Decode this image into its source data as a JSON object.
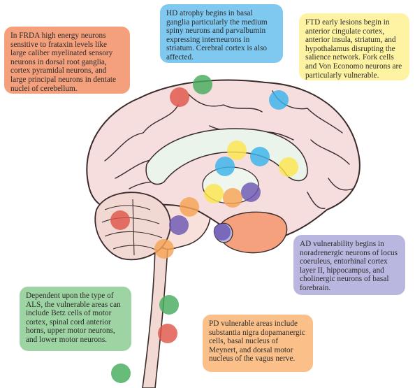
{
  "callouts": {
    "frda": "In FRDA high energy neurons sensitive to frataxin levels like large caliber myelinated sensory neurons in dorsal root ganglia, cortex pyramidal neurons, and large principal neurons in dentate nuclei of cerebellum.",
    "hd": "HD atrophy begins in basal ganglia particularly the medium spiny neurons and parvalbumin expressing interneurons in striatum. Cerebral cortex is also affected.",
    "ftd": "FTD early lesions begin in anterior cingulate cortex, anterior insula, striatum, and hypothalamus disrupting the salience network. Fork cells and Von Economo neurons are particularly vulnerable.",
    "ad": "AD vulnerability begins in noradrenergic neurons of locus coeruleus, entorhinal cortex layer II, hippocampus, and cholinergic neurons of basal forebrain.",
    "als": "Dependent upon the type of ALS, the vulnerable areas can include Betz cells of motor cortex, spinal cord anterior horns, upper motor neurons, and lower motor neurons.",
    "pd": "PD vulnerable areas include substantia nigra dopamanergic cells, basal nucleus of Meynert, and dorsal motor nucleus of the vagus nerve."
  },
  "colors": {
    "frda": "#e0564a",
    "hd": "#3cb4ec",
    "ftd": "#fde64f",
    "ad": "#6d58b4",
    "als": "#47ad5d",
    "pd": "#f7a456"
  }
}
